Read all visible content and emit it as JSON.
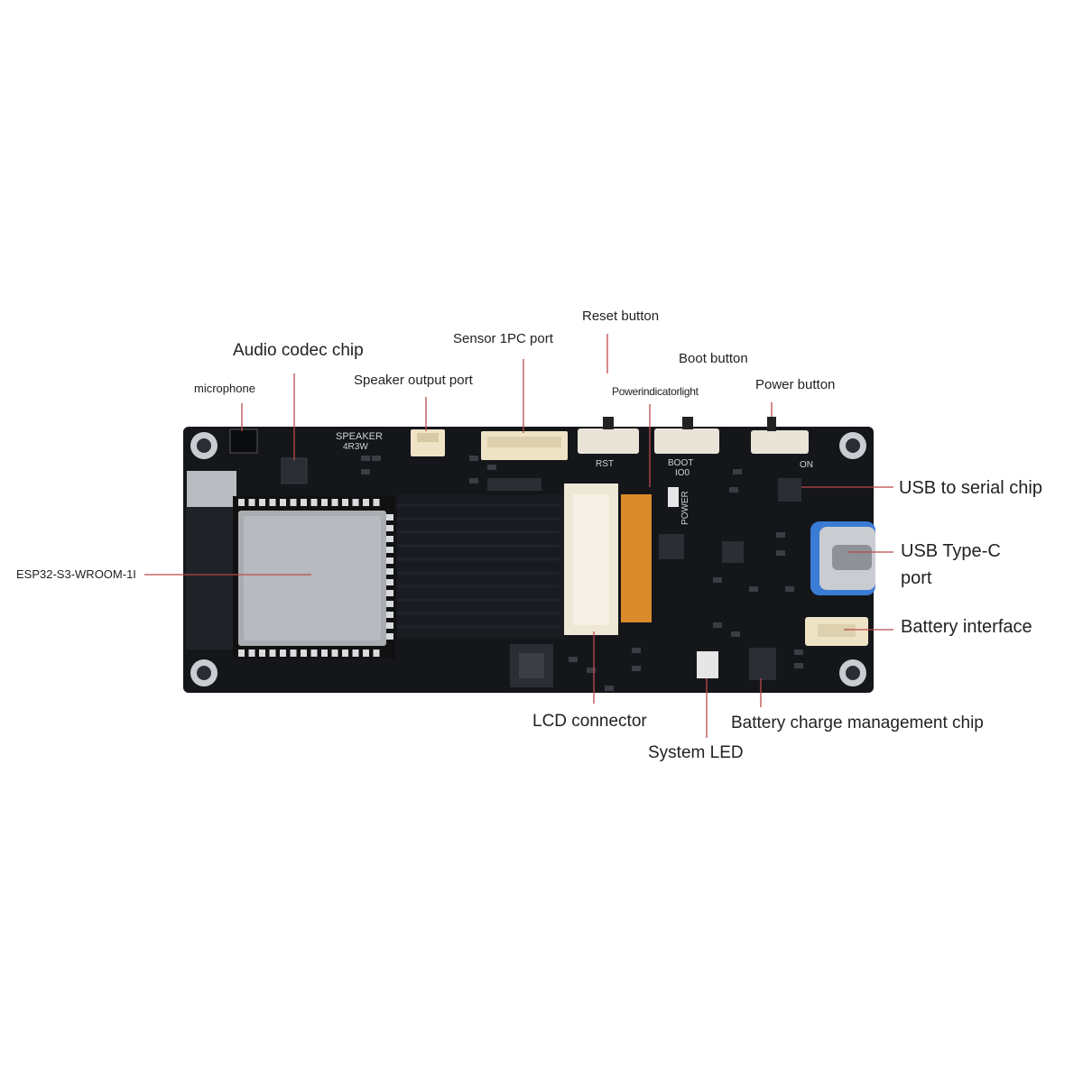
{
  "board": {
    "silk_speaker": "SPEAKER",
    "silk_speaker_spec": "4R3W",
    "silk_rst": "RST",
    "silk_boot": "BOOT",
    "silk_io0": "IO0",
    "silk_power": "POWER",
    "silk_on": "ON",
    "colors": {
      "pcb": "#14161a",
      "pcb_trace": "#24272d",
      "connector": "#efe3c6",
      "fpc": "#d98a2a",
      "usb_blue": "#3a7bd5",
      "metal": "#c9ccd0"
    }
  },
  "callouts": {
    "microphone": "microphone",
    "audio_codec": "Audio codec chip",
    "speaker_port": "Speaker output port",
    "sensor_port": "Sensor 1PC port",
    "reset_button": "Reset button",
    "power_indicator": "Powerindicatorlight",
    "boot_button": "Boot button",
    "power_button": "Power button",
    "usb_serial": "USB to serial chip",
    "usb_typec_line1": "USB Type-C",
    "usb_typec_line2": "port",
    "battery_interface": "Battery interface",
    "esp32_module": "ESP32-S3-WROOM-1I",
    "lcd_connector": "LCD connector",
    "battery_charge_chip": "Battery charge management chip",
    "system_led": "System LED"
  }
}
